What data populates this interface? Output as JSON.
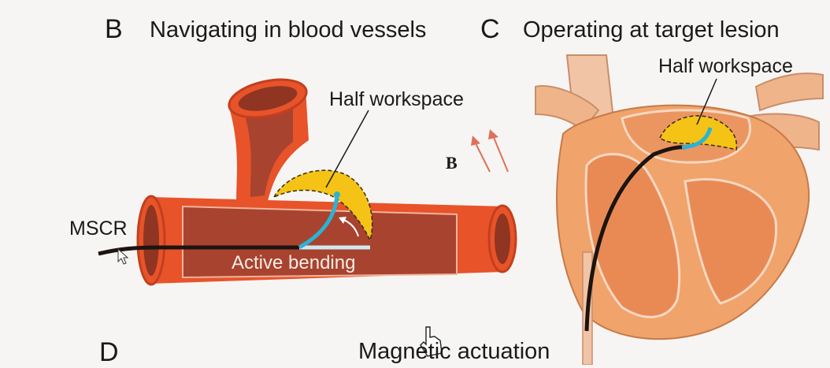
{
  "panel_b": {
    "letter": "B",
    "title": "Navigating in blood vessels",
    "workspace_label": "Half workspace",
    "robot_label": "MSCR",
    "bending_label": "Active bending",
    "field_label": "B"
  },
  "panel_c": {
    "letter": "C",
    "title": "Operating at target lesion",
    "workspace_label": "Half workspace"
  },
  "panel_d": {
    "letter": "D",
    "title": "Magnetic actuation"
  },
  "colors": {
    "vessel_outer": "#e8532a",
    "vessel_inner": "#a8432f",
    "workspace": "#f4c316",
    "catheter_active": "#2bb3d6",
    "heart": "#f0a36a"
  }
}
